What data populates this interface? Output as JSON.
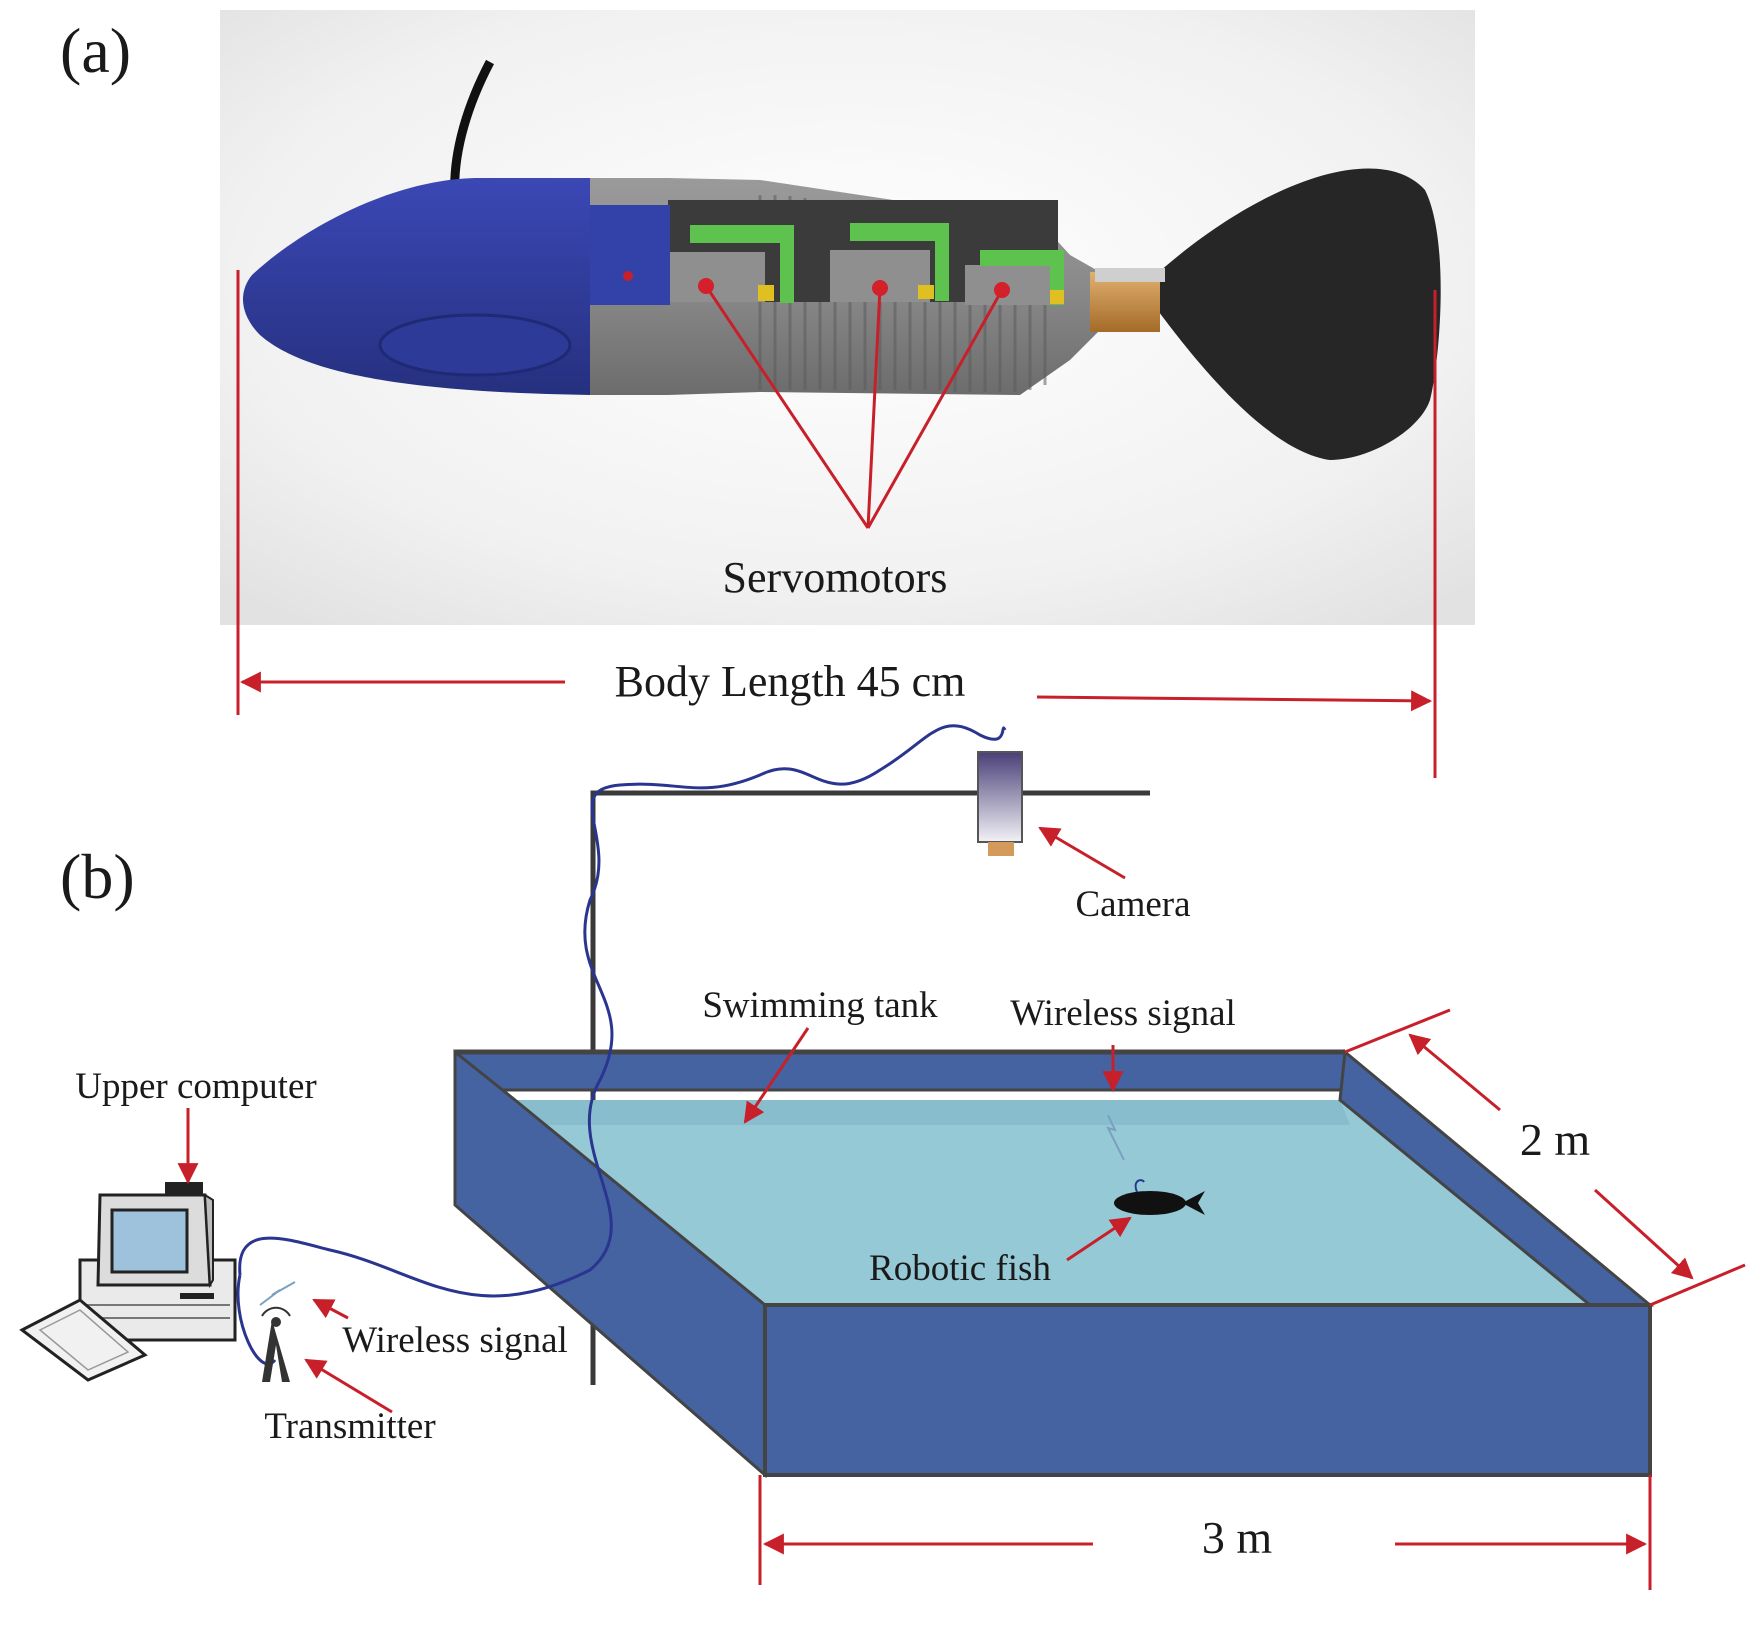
{
  "panel_a": {
    "tag": "(a)",
    "servomotors_label": "Servomotors",
    "body_length_label": "Body Length 45 cm"
  },
  "panel_b": {
    "tag": "(b)",
    "camera_label": "Camera",
    "swimming_tank_label": "Swimming tank",
    "wireless_signal_tank_label": "Wireless signal",
    "upper_computer_label": "Upper computer",
    "wireless_signal_pc_label": "Wireless signal",
    "transmitter_label": "Transmitter",
    "robotic_fish_label": "Robotic fish",
    "width_label": "2 m",
    "length_label": "3 m"
  },
  "colors": {
    "annotation_red": "#c8202a",
    "fish_head_blue": "#2f3b9c",
    "tank_blue": "#4463a0",
    "water": "#96c9d6",
    "cable": "#2a3590",
    "motor_bracket_green": "#5dc24e"
  },
  "icons": [
    "computer-icon",
    "keyboard-icon",
    "antenna-icon",
    "camera-icon",
    "robotic-fish-icon",
    "lightning-icon"
  ]
}
